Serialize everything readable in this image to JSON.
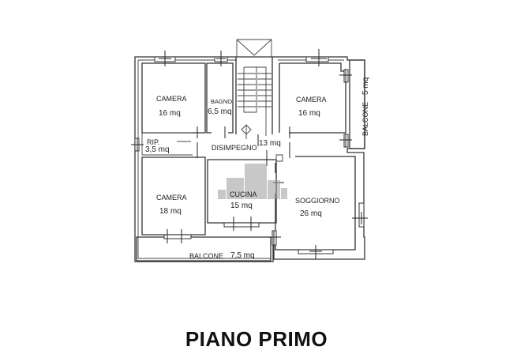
{
  "plan": {
    "title": "PIANO PRIMO",
    "rooms": [
      {
        "name": "CAMERA",
        "area": "16 mq"
      },
      {
        "name": "BAGNO",
        "area": "6,5 mq"
      },
      {
        "name": "CAMERA",
        "area": "16 mq"
      },
      {
        "name": "BALCONE",
        "area": "5 mq"
      },
      {
        "name": "RIP.",
        "area": "3,5 mq"
      },
      {
        "name": "DISIMPEGNO",
        "area": "13 mq"
      },
      {
        "name": "CAMERA",
        "area": "18 mq"
      },
      {
        "name": "CUCINA",
        "area": "15 mq"
      },
      {
        "name": "SOGGIORNO",
        "area": "26 mq"
      },
      {
        "name": "BALCONE",
        "area": "7,5 mq"
      }
    ],
    "colors": {
      "wall": "#333333",
      "watermark": "#9a9a9a",
      "background": "#ffffff"
    }
  }
}
